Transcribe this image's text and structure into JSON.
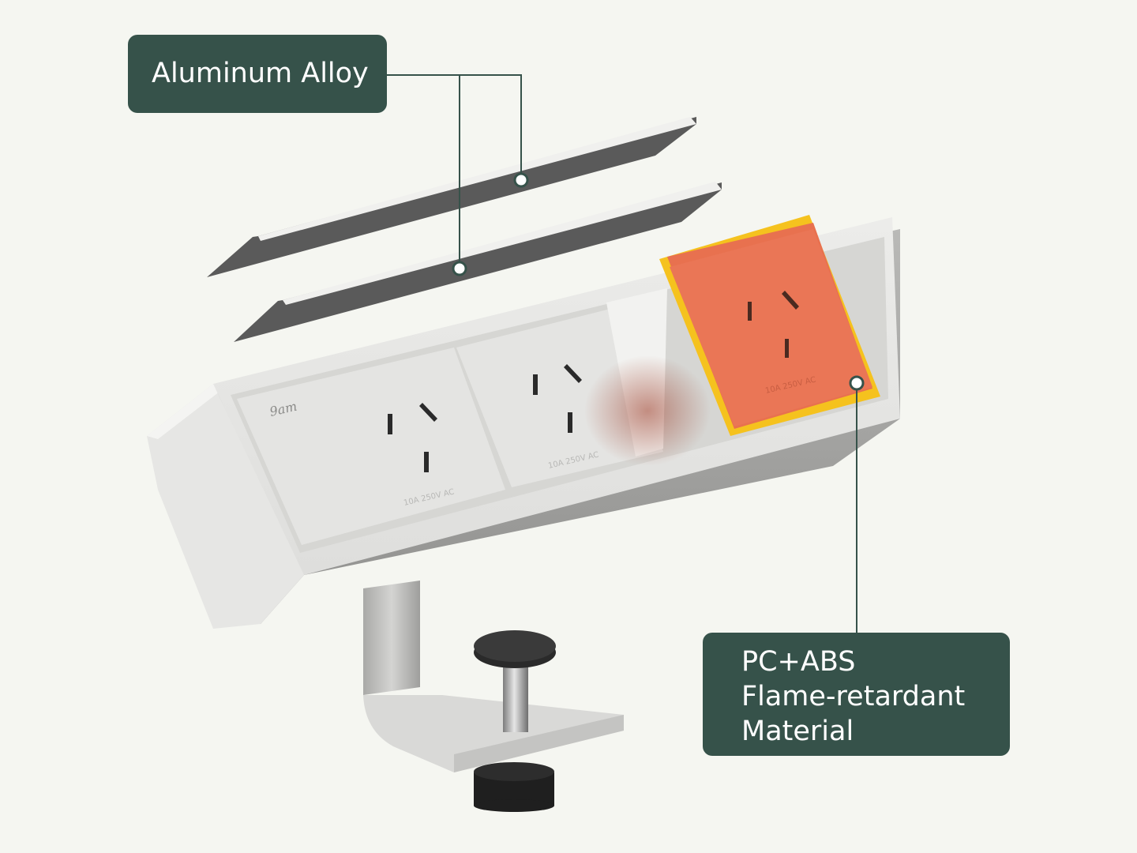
{
  "callouts": {
    "top": {
      "text": "Aluminum Alloy"
    },
    "bottom": {
      "lines": [
        "PC+ABS",
        "Flame-retardant",
        "Material"
      ]
    }
  },
  "product": {
    "brand": "9am",
    "socket_ratings": [
      "10A 250V AC",
      "10A 250V AC",
      "10A 250V AC"
    ]
  },
  "colors": {
    "background": "#f5f6f1",
    "label_bg": "#36524a",
    "label_text": "#ffffff",
    "accent_panel": "#e8714f",
    "accent_edge": "#f5c21e"
  }
}
